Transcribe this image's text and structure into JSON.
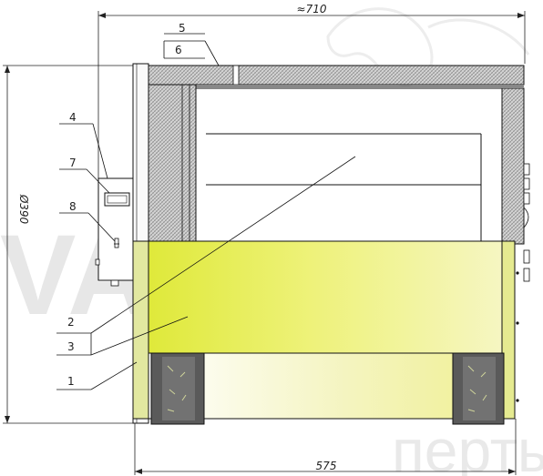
{
  "dimensions": {
    "top_width": "≈710",
    "bottom_width": "575",
    "diameter": "Ø390"
  },
  "callouts": [
    "1",
    "2",
    "3",
    "4",
    "5",
    "6",
    "7",
    "8"
  ],
  "watermark": {
    "brand": "VARMA",
    "subtitle": "перты в св"
  },
  "colors": {
    "yellow_light": "#f2f2a8",
    "yellow_strong": "#e3ea3c",
    "line": "#111111",
    "hatch": "#bdbdbd",
    "wheel": "#555555"
  }
}
